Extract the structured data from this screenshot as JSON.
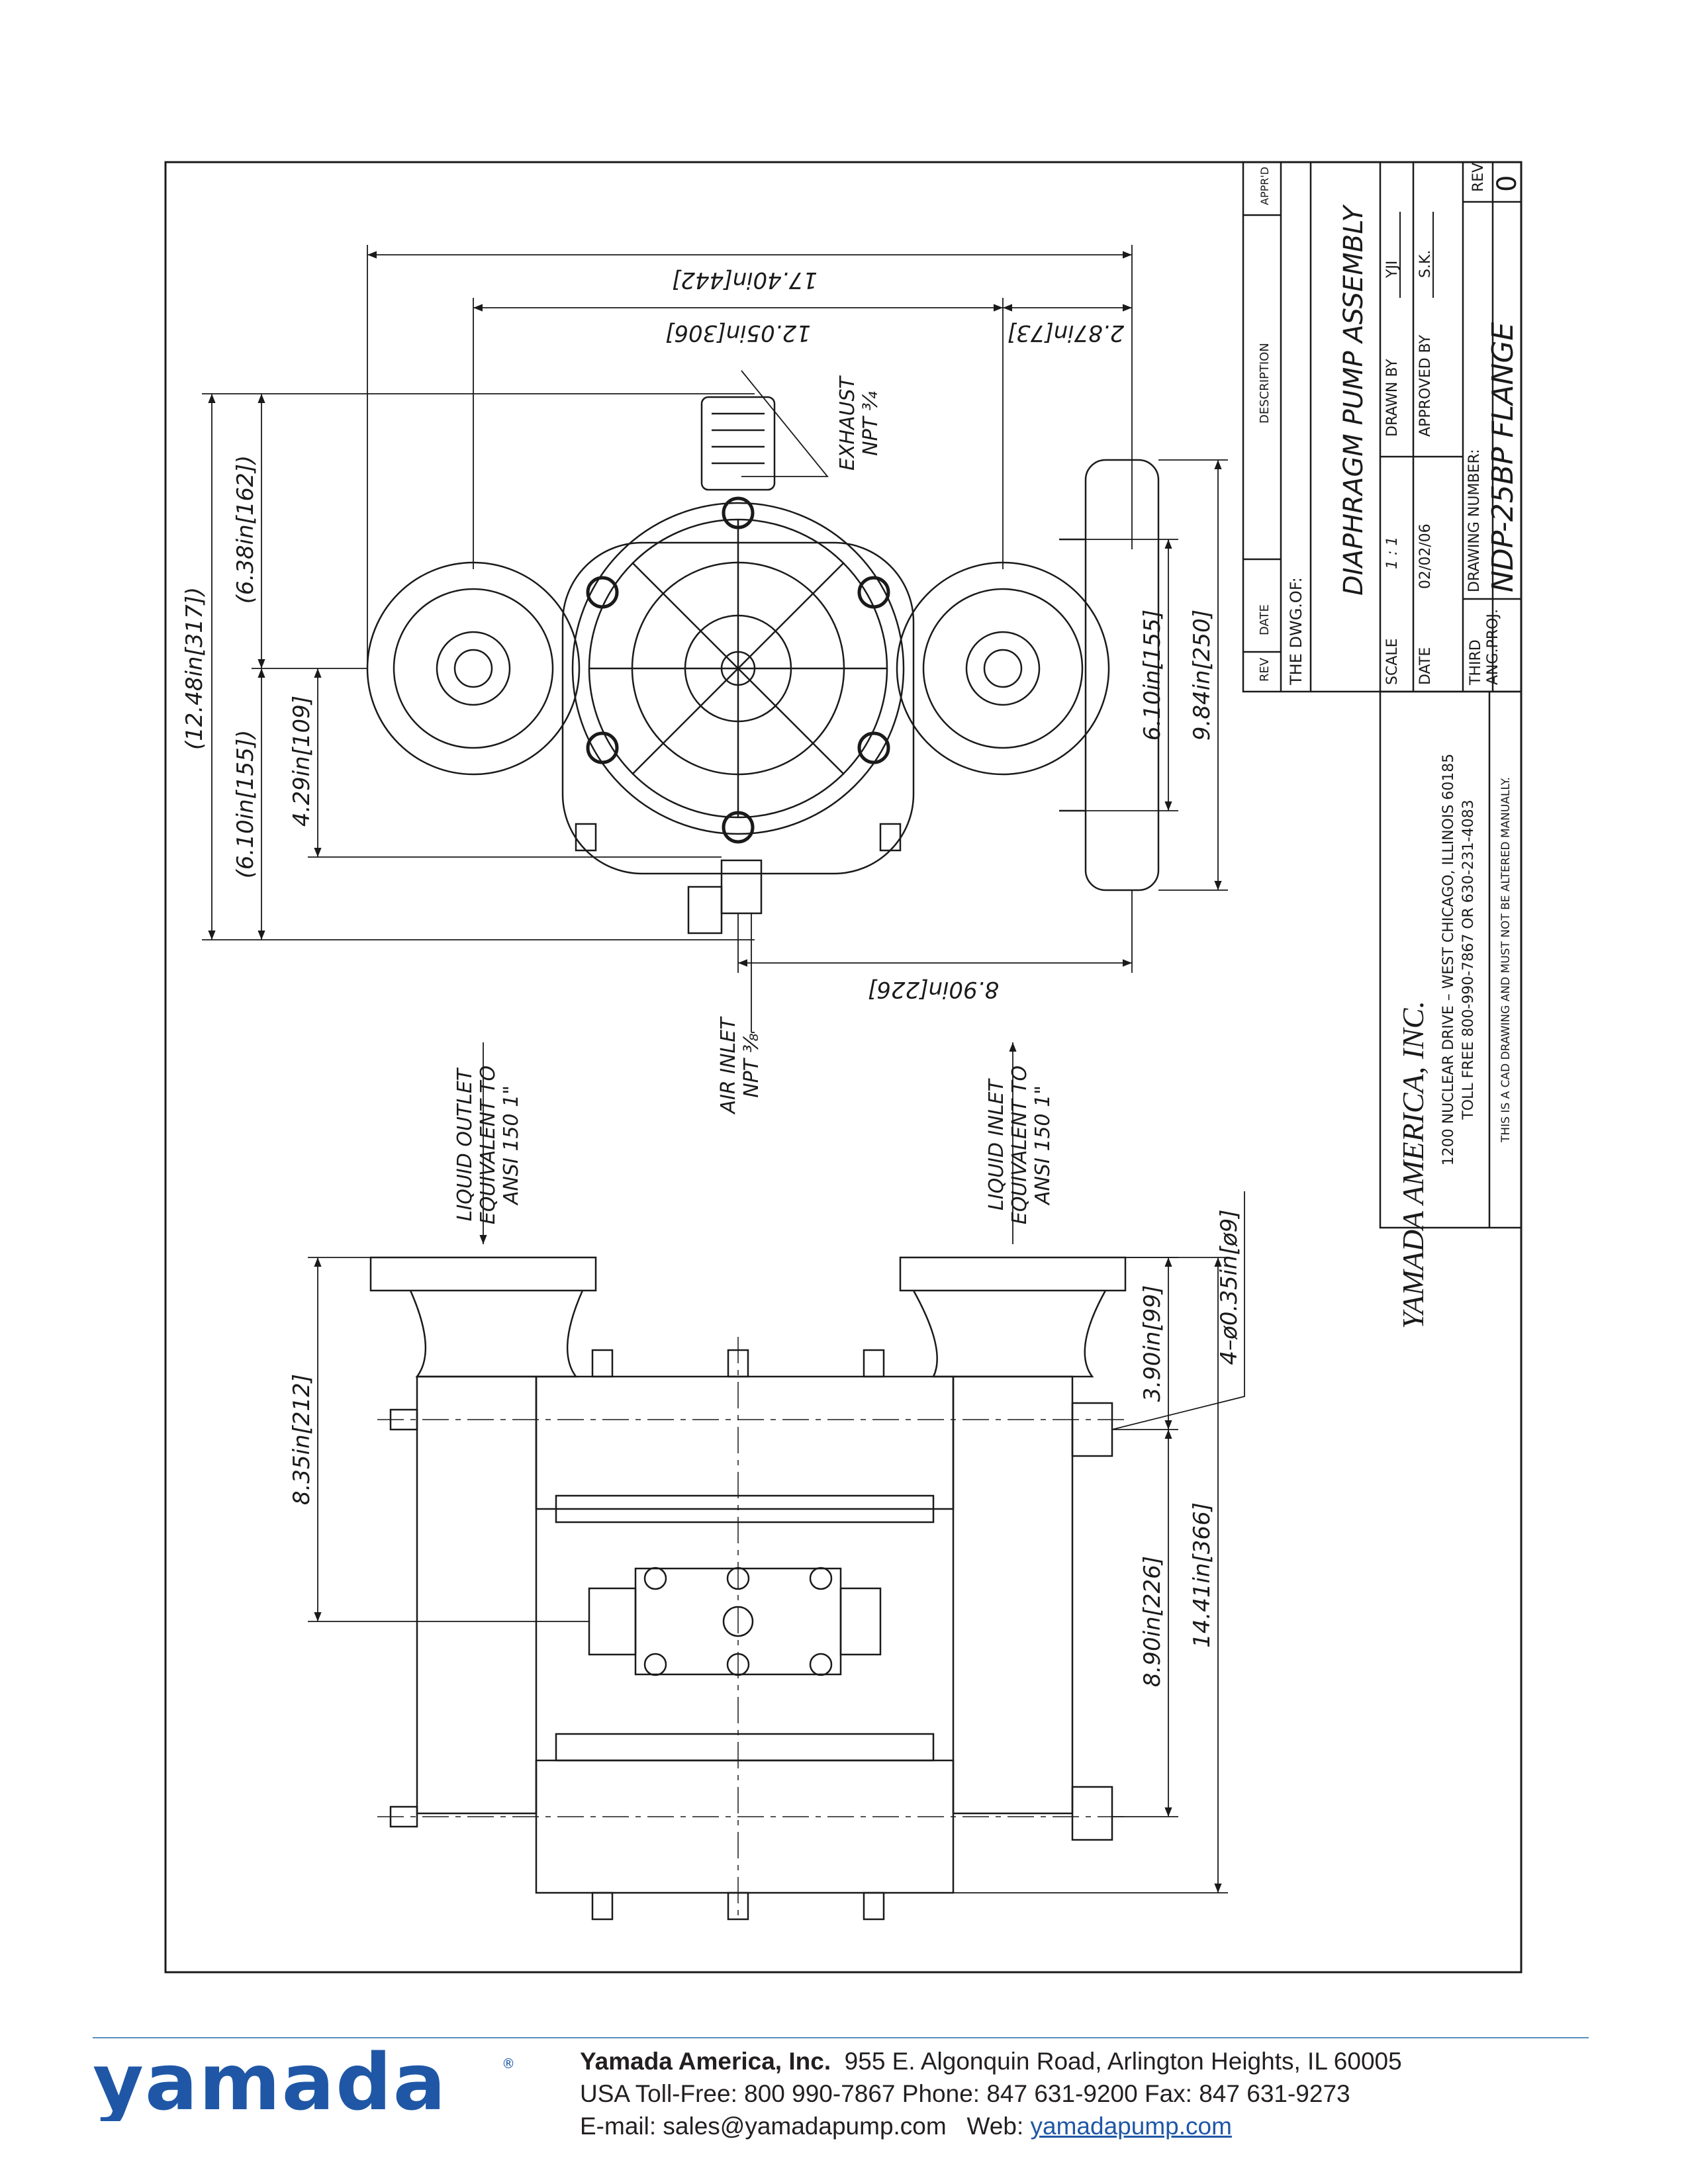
{
  "dimensions": {
    "d_17_40": "17.40in[442]",
    "d_12_05": "12.05in[306]",
    "d_2_87": "2.87in[73]",
    "d_12_48": "(12.48in[317])",
    "d_6_38": "(6.38in[162])",
    "d_6_10_paren": "(6.10in[155])",
    "d_4_29": "4.29in[109]",
    "d_6_10": "6.10in[155]",
    "d_9_84": "9.84in[250]",
    "d_8_90_top": "8.90in[226]",
    "d_8_35": "8.35in[212]",
    "d_3_90": "3.90in[99]",
    "d_8_90_bottom": "8.90in[226]",
    "d_14_41": "14.41in[366]",
    "d_holes": "4–ø0.35in[ø9]"
  },
  "callouts": {
    "exhaust_1": "EXHAUST",
    "exhaust_2": "NPT ¾",
    "air_inlet_1": "AIR INLET",
    "air_inlet_2": "NPT ⅜",
    "liquid_outlet_1": "LIQUID OUTLET",
    "liquid_outlet_2": "EQUIVALENT TO",
    "liquid_outlet_3": "ANSI 150 1\"",
    "liquid_inlet_1": "LIQUID INLET",
    "liquid_inlet_2": "EQUIVALENT TO",
    "liquid_inlet_3": "ANSI 150 1\""
  },
  "title_block": {
    "rev_header": "REV",
    "date_header": "DATE",
    "description_header": "DESCRIPTION",
    "apprd_header": "APPR'D",
    "dwg_of_label": "THE DWG.OF:",
    "title": "DIAPHRAGM PUMP ASSEMBLY",
    "scale_label": "SCALE",
    "scale_value": "1 : 1",
    "date_label": "DATE",
    "date_value": "02/02/06",
    "drawn_by_label": "DRAWN BY",
    "drawn_by_value": "YJI",
    "approved_by_label": "APPROVED BY",
    "approved_by_value": "S.K.",
    "projection_1": "THIRD",
    "projection_2": "ANG.PROJ.",
    "drawing_number_label": "DRAWING NUMBER:",
    "drawing_number": "NDP-25BP FLANGE",
    "rev_label": "REV",
    "rev_value": "0",
    "company": "YAMADA AMERICA, INC.",
    "address_line": "1200 NUCLEAR DRIVE – WEST CHICAGO, ILLINOIS 60185",
    "phone_line": "TOLL FREE 800-990-7867 OR 630-231-4083",
    "cad_notice": "THIS IS A CAD DRAWING AND MUST NOT BE ALTERED MANUALLY."
  },
  "footer": {
    "logo_text": "yamada",
    "registered": "®",
    "company_name": "Yamada America, Inc.",
    "address": "955 E. Algonquin Road, Arlington Heights, IL 60005",
    "phones": "USA Toll-Free: 800 990-7867 Phone: 847 631-9200 Fax: 847 631-9273",
    "email": "E-mail: sales@yamadapump.com",
    "web_label": "Web:",
    "web_link": "yamadapump.com"
  },
  "colors": {
    "line": "#1a1a1a",
    "brand_blue": "#1f57a6",
    "rule_blue": "#5a8fc0"
  }
}
